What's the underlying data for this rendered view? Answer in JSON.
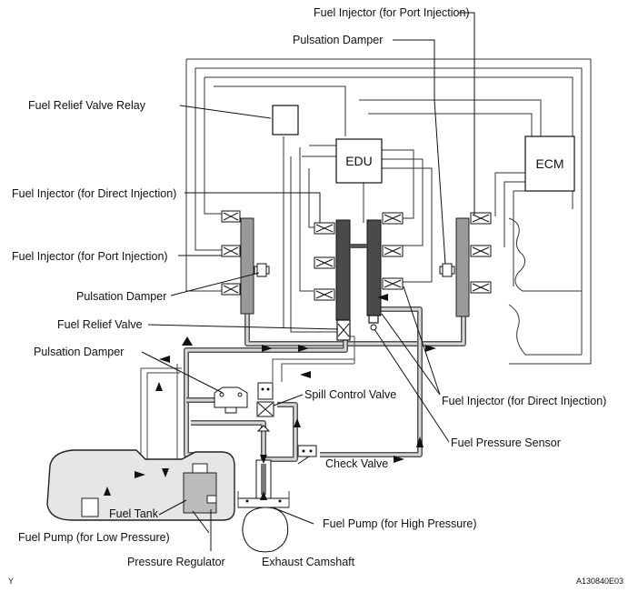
{
  "labels": {
    "fuel_injector_port_top": "Fuel Injector (for Port Injection)",
    "pulsation_damper_top": "Pulsation Damper",
    "fuel_relief_valve_relay": "Fuel Relief Valve Relay",
    "fuel_injector_direct_left": "Fuel Injector (for Direct Injection)",
    "fuel_injector_port_left": "Fuel Injector (for Port Injection)",
    "pulsation_damper_left": "Pulsation Damper",
    "fuel_relief_valve": "Fuel Relief Valve",
    "pulsation_damper_lower": "Pulsation Damper",
    "spill_control_valve": "Spill Control Valve",
    "fuel_injector_direct_right": "Fuel Injector (for Direct Injection)",
    "fuel_pressure_sensor": "Fuel Pressure Sensor",
    "check_valve": "Check Valve",
    "fuel_tank": "Fuel Tank",
    "fuel_pump_low": "Fuel Pump (for Low Pressure)",
    "fuel_pump_high": "Fuel Pump (for High Pressure)",
    "pressure_regulator": "Pressure Regulator",
    "exhaust_camshaft": "Exhaust Camshaft",
    "edu": "EDU",
    "ecm": "ECM"
  },
  "footer": {
    "left_mark": "Y",
    "figure_code": "A130840E03"
  }
}
